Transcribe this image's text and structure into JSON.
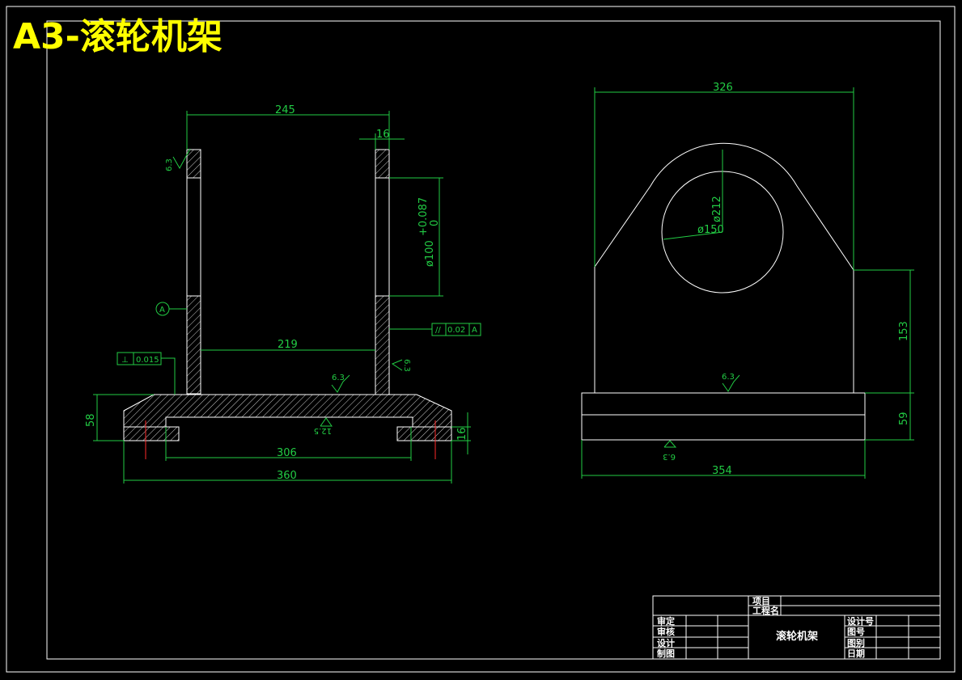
{
  "drawing": {
    "title": "A3-滚轮机架"
  },
  "front_view": {
    "dim_top_width": "245",
    "dim_wall": "16",
    "dim_bore_tol_upper": "+0.087",
    "dim_bore_tol_lower": "0",
    "dim_bore": "ø100",
    "dim_inner_width": "219",
    "dim_base_height": "58",
    "dim_foot_thk": "16",
    "dim_bolt_span": "306",
    "dim_overall_width": "360",
    "datum_label": "A",
    "parallel_tol": "0.02",
    "parallel_datum": "A",
    "perp_tol": "0.015",
    "rough_a": "6.3",
    "rough_b": "6.3",
    "rough_c": "6.3",
    "rough_d": "12.5"
  },
  "side_view": {
    "dim_top_width": "326",
    "dim_outer_dia": "ø212",
    "dim_bore_dia": "ø150",
    "dim_upright_h": "153",
    "dim_base_h": "59",
    "dim_base_w": "354",
    "rough_a": "6.3",
    "rough_b": "6.3"
  },
  "title_block": {
    "project": "项目",
    "project_name": "工程名",
    "approve": "审定",
    "check": "审核",
    "design": "设计",
    "draw": "制图",
    "part_name": "滚轮机架",
    "design_no": "设计号",
    "drawing_no": "图号",
    "drawing_type": "图别",
    "date": "日期"
  }
}
